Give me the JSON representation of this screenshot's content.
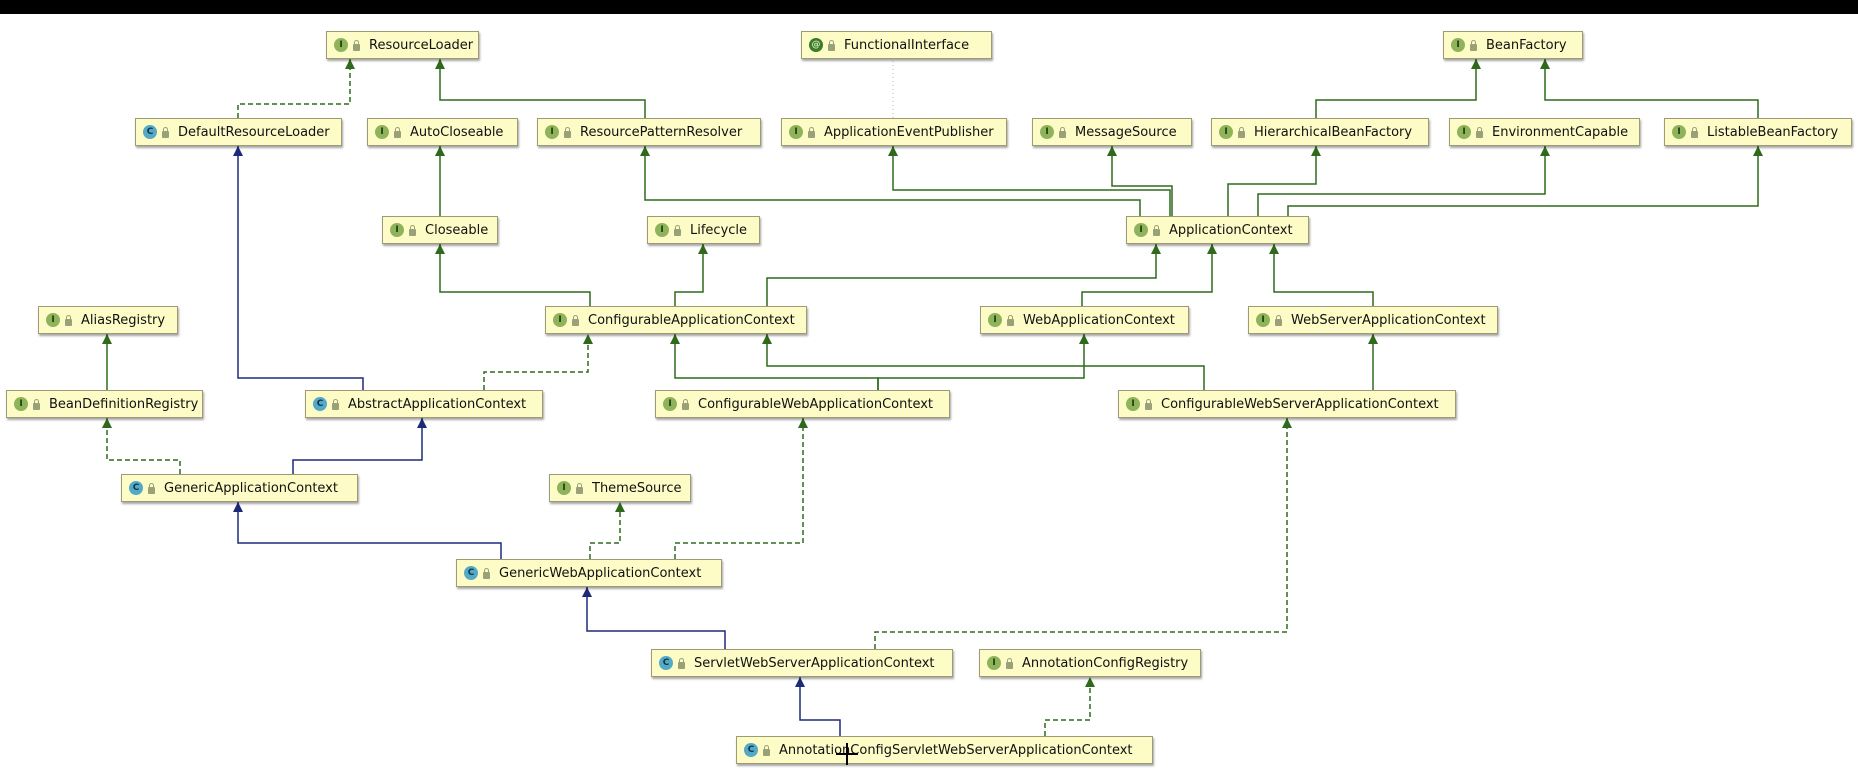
{
  "colors": {
    "extends_edge": "#1d2a7a",
    "implements_edge": "#2f6a1a",
    "node_fill": "#fdfbc6",
    "interface_badge": "#8fb35b",
    "class_badge": "#54a9c6"
  },
  "nodes": {
    "resourceloader": {
      "label": "ResourceLoader",
      "kind": "interface",
      "badge": "I"
    },
    "functionalinterface": {
      "label": "FunctionalInterface",
      "kind": "annotation",
      "badge": "@"
    },
    "beanfactory": {
      "label": "BeanFactory",
      "kind": "interface",
      "badge": "I"
    },
    "defaultresourceloader": {
      "label": "DefaultResourceLoader",
      "kind": "class",
      "badge": "C"
    },
    "autocloseable": {
      "label": "AutoCloseable",
      "kind": "interface",
      "badge": "I"
    },
    "resourcepatternresolver": {
      "label": "ResourcePatternResolver",
      "kind": "interface",
      "badge": "I"
    },
    "applicationeventpublisher": {
      "label": "ApplicationEventPublisher",
      "kind": "interface",
      "badge": "I"
    },
    "messagesource": {
      "label": "MessageSource",
      "kind": "interface",
      "badge": "I"
    },
    "hierarchicalbeanfactory": {
      "label": "HierarchicalBeanFactory",
      "kind": "interface",
      "badge": "I"
    },
    "environmentcapable": {
      "label": "EnvironmentCapable",
      "kind": "interface",
      "badge": "I"
    },
    "listablebeanfactory": {
      "label": "ListableBeanFactory",
      "kind": "interface",
      "badge": "I"
    },
    "closeable": {
      "label": "Closeable",
      "kind": "interface",
      "badge": "I"
    },
    "lifecycle": {
      "label": "Lifecycle",
      "kind": "interface",
      "badge": "I"
    },
    "applicationcontext": {
      "label": "ApplicationContext",
      "kind": "interface",
      "badge": "I"
    },
    "aliasregistry": {
      "label": "AliasRegistry",
      "kind": "interface",
      "badge": "I"
    },
    "configurableapplicationcontext": {
      "label": "ConfigurableApplicationContext",
      "kind": "interface",
      "badge": "I"
    },
    "webapplicationcontext": {
      "label": "WebApplicationContext",
      "kind": "interface",
      "badge": "I"
    },
    "webserverapplicationcontext": {
      "label": "WebServerApplicationContext",
      "kind": "interface",
      "badge": "I"
    },
    "beandefinitionregistry": {
      "label": "BeanDefinitionRegistry",
      "kind": "interface",
      "badge": "I"
    },
    "abstractapplicationcontext": {
      "label": "AbstractApplicationContext",
      "kind": "class",
      "badge": "C"
    },
    "configurablewebapplicationcontext": {
      "label": "ConfigurableWebApplicationContext",
      "kind": "interface",
      "badge": "I"
    },
    "configurablewebserverapplicationcontext": {
      "label": "ConfigurableWebServerApplicationContext",
      "kind": "interface",
      "badge": "I"
    },
    "genericapplicationcontext": {
      "label": "GenericApplicationContext",
      "kind": "class",
      "badge": "C"
    },
    "themesource": {
      "label": "ThemeSource",
      "kind": "interface",
      "badge": "I"
    },
    "genericwebapplicationcontext": {
      "label": "GenericWebApplicationContext",
      "kind": "class",
      "badge": "C"
    },
    "servletwebserverapplicationcontext": {
      "label": "ServletWebServerApplicationContext",
      "kind": "class",
      "badge": "C"
    },
    "annotationconfigregistry": {
      "label": "AnnotationConfigRegistry",
      "kind": "interface",
      "badge": "I"
    },
    "annotationconfigservletwebserverapplicationcontext": {
      "label": "AnnotationConfigServletWebServerApplicationContext",
      "kind": "class",
      "badge": "C"
    }
  },
  "edges": [
    {
      "from": "defaultresourceloader",
      "to": "resourceloader",
      "type": "implements"
    },
    {
      "from": "resourcepatternresolver",
      "to": "resourceloader",
      "type": "extends-interface"
    },
    {
      "from": "hierarchicalbeanfactory",
      "to": "beanfactory",
      "type": "extends-interface"
    },
    {
      "from": "listablebeanfactory",
      "to": "beanfactory",
      "type": "extends-interface"
    },
    {
      "from": "applicationeventpublisher",
      "to": "functionalinterface",
      "type": "annotated-by"
    },
    {
      "from": "closeable",
      "to": "autocloseable",
      "type": "extends-interface"
    },
    {
      "from": "applicationcontext",
      "to": "resourcepatternresolver",
      "type": "extends-interface"
    },
    {
      "from": "applicationcontext",
      "to": "applicationeventpublisher",
      "type": "extends-interface"
    },
    {
      "from": "applicationcontext",
      "to": "messagesource",
      "type": "extends-interface"
    },
    {
      "from": "applicationcontext",
      "to": "hierarchicalbeanfactory",
      "type": "extends-interface"
    },
    {
      "from": "applicationcontext",
      "to": "environmentcapable",
      "type": "extends-interface"
    },
    {
      "from": "applicationcontext",
      "to": "listablebeanfactory",
      "type": "extends-interface"
    },
    {
      "from": "configurableapplicationcontext",
      "to": "closeable",
      "type": "extends-interface"
    },
    {
      "from": "configurableapplicationcontext",
      "to": "lifecycle",
      "type": "extends-interface"
    },
    {
      "from": "configurableapplicationcontext",
      "to": "applicationcontext",
      "type": "extends-interface"
    },
    {
      "from": "webapplicationcontext",
      "to": "applicationcontext",
      "type": "extends-interface"
    },
    {
      "from": "webserverapplicationcontext",
      "to": "applicationcontext",
      "type": "extends-interface"
    },
    {
      "from": "beandefinitionregistry",
      "to": "aliasregistry",
      "type": "extends-interface"
    },
    {
      "from": "abstractapplicationcontext",
      "to": "defaultresourceloader",
      "type": "extends"
    },
    {
      "from": "abstractapplicationcontext",
      "to": "configurableapplicationcontext",
      "type": "implements"
    },
    {
      "from": "configurablewebapplicationcontext",
      "to": "configurableapplicationcontext",
      "type": "extends-interface"
    },
    {
      "from": "configurablewebapplicationcontext",
      "to": "webapplicationcontext",
      "type": "extends-interface"
    },
    {
      "from": "configurablewebserverapplicationcontext",
      "to": "configurableapplicationcontext",
      "type": "extends-interface"
    },
    {
      "from": "configurablewebserverapplicationcontext",
      "to": "webserverapplicationcontext",
      "type": "extends-interface"
    },
    {
      "from": "genericapplicationcontext",
      "to": "beandefinitionregistry",
      "type": "implements"
    },
    {
      "from": "genericapplicationcontext",
      "to": "abstractapplicationcontext",
      "type": "extends"
    },
    {
      "from": "genericwebapplicationcontext",
      "to": "genericapplicationcontext",
      "type": "extends"
    },
    {
      "from": "genericwebapplicationcontext",
      "to": "themesource",
      "type": "implements"
    },
    {
      "from": "genericwebapplicationcontext",
      "to": "configurablewebapplicationcontext",
      "type": "implements"
    },
    {
      "from": "servletwebserverapplicationcontext",
      "to": "genericwebapplicationcontext",
      "type": "extends"
    },
    {
      "from": "servletwebserverapplicationcontext",
      "to": "configurablewebserverapplicationcontext",
      "type": "implements"
    },
    {
      "from": "annotationconfigservletwebserverapplicationcontext",
      "to": "servletwebserverapplicationcontext",
      "type": "extends"
    },
    {
      "from": "annotationconfigservletwebserverapplicationcontext",
      "to": "annotationconfigregistry",
      "type": "implements"
    }
  ]
}
